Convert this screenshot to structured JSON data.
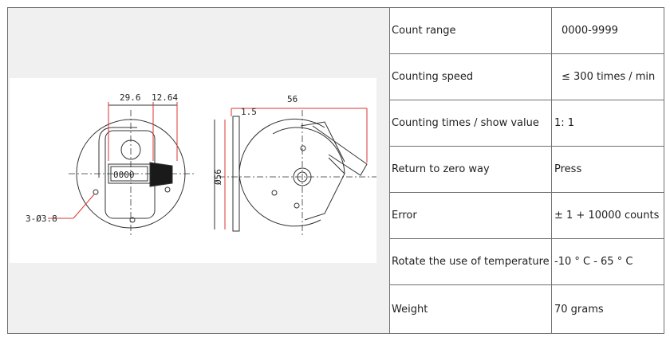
{
  "drawing": {
    "dim_width_1": "29.6",
    "dim_width_2": "12.64",
    "dim_depth": "56",
    "dim_plate": "1.5",
    "dim_diameter": "Ø56",
    "hole_callout": "3-Ø3.8",
    "counter_digits": "0000"
  },
  "specs": [
    {
      "label": "Count range",
      "value": "0000-9999"
    },
    {
      "label": "Counting speed",
      "value": "≤ 300 times / min"
    },
    {
      "label": "Counting times / show value",
      "value": "1: 1"
    },
    {
      "label": "Return to zero way",
      "value": "Press"
    },
    {
      "label": "Error",
      "value": "± 1 + 10000 counts"
    },
    {
      "label": "Rotate the use of temperature",
      "value": "-10 ° C - 65 ° C"
    },
    {
      "label": "Weight",
      "value": "70 grams"
    }
  ]
}
